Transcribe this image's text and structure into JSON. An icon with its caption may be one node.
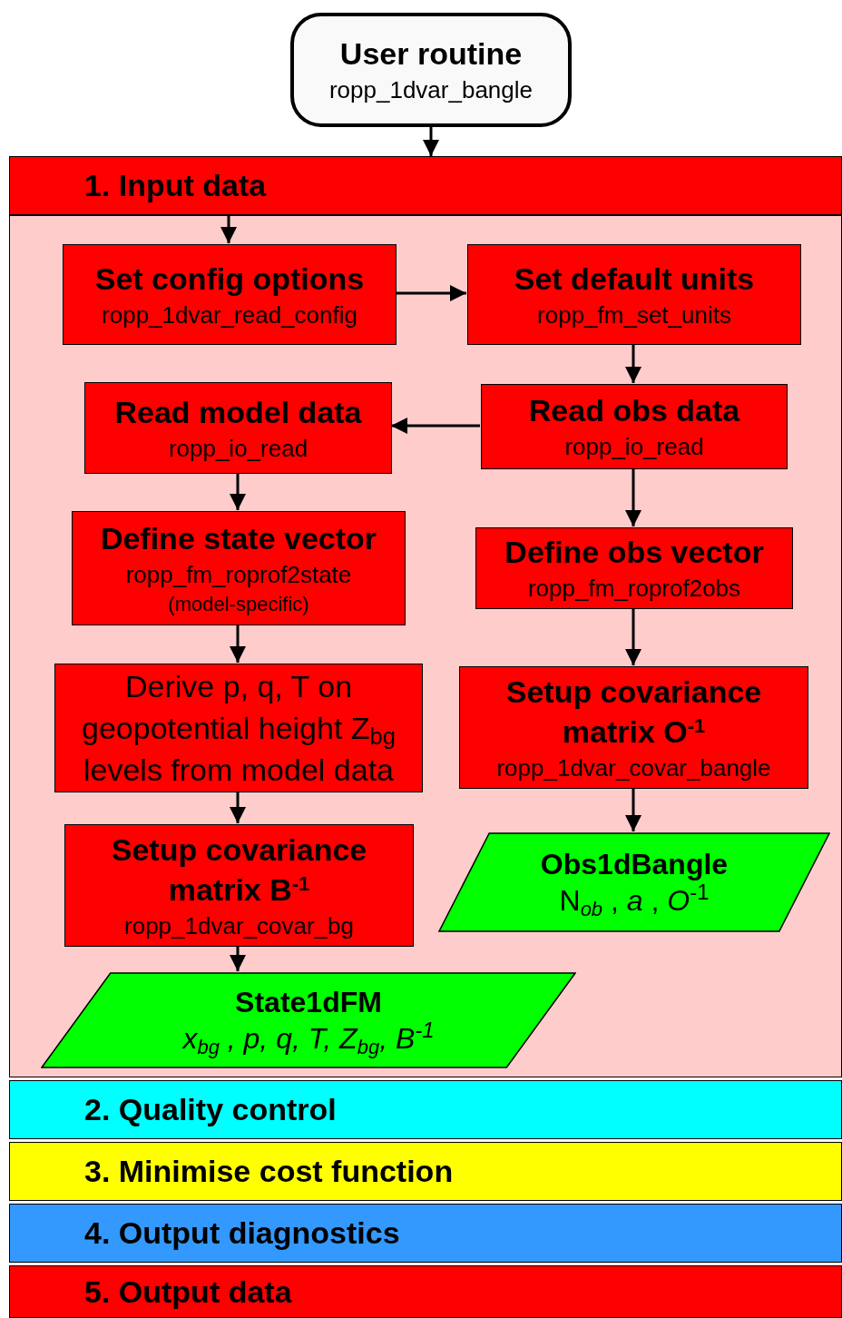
{
  "diagram": {
    "nodes": [
      {
        "text": [
          "User routine",
          "ropp_1dvar_bangle"
        ]
      },
      {
        "text": [
          "1. Input data"
        ]
      },
      {
        "text": [],
        "shape": "box"
      },
      {
        "text": [
          "Set config options",
          "ropp_1dvar_read_config"
        ],
        "in": 2
      },
      {
        "text": [
          "Set default units",
          "ropp_fm_set_units"
        ],
        "in": 2
      },
      {
        "text": [
          "Read model data",
          "ropp_io_read"
        ],
        "in": 2
      },
      {
        "text": [
          "Read obs data",
          "ropp_io_read"
        ],
        "in": 2
      },
      {
        "text": [
          "Define state vector",
          "ropp_fm_roprof2state",
          "(model-specific)"
        ],
        "in": 2
      },
      {
        "text": [
          "Define obs vector",
          "ropp_fm_roprof2obs"
        ],
        "in": 2
      },
      {
        "text": [
          "Derive p, q, T on geopotential height Z$_{bg}$ levels from model data"
        ],
        "in": 2
      },
      {
        "text": [
          "Setup covariance matrix O$^{-1}$",
          "ropp_1dvar_covar_bangle"
        ],
        "in": 2
      },
      {
        "text": [
          "Setup covariance matrix B$^{-1}$",
          "ropp_1dvar_covar_bg"
        ],
        "in": 2
      },
      {
        "text": [
          "Obs1dBangle",
          "N$_{ob}$ , *a* , *O*$^{-1}$"
        ],
        "in": 2
      },
      {
        "text": [
          "State1dFM",
          "x$_{bg}$ , p, q, T, Z$_{bg}$, B$^{-1}$"
        ],
        "in": 2
      },
      {
        "text": [
          "2. Quality control"
        ]
      },
      {
        "text": [
          "3. Minimise cost function"
        ]
      },
      {
        "text": [
          "4. Output diagnostics"
        ]
      },
      {
        "text": [
          "5. Output data"
        ]
      }
    ],
    "edges": [
      {
        "from": 0,
        "to": 1,
        "arrow": "to"
      },
      {
        "from": 1,
        "to": 3,
        "arrow": "to"
      },
      {
        "from": 3,
        "to": 4,
        "arrow": "to"
      },
      {
        "from": 4,
        "to": 6,
        "arrow": "to"
      },
      {
        "from": 6,
        "to": 5,
        "arrow": "to"
      },
      {
        "from": 5,
        "to": 7,
        "arrow": "to"
      },
      {
        "from": 6,
        "to": 8,
        "arrow": "to"
      },
      {
        "from": 7,
        "to": 9,
        "arrow": "to"
      },
      {
        "from": 8,
        "to": 10,
        "arrow": "to"
      },
      {
        "from": 9,
        "to": 11,
        "arrow": "to"
      },
      {
        "from": 10,
        "to": 12,
        "arrow": "to"
      },
      {
        "from": 11,
        "to": 13,
        "arrow": "to"
      }
    ]
  }
}
